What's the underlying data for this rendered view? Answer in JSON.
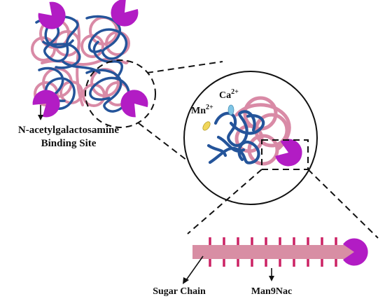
{
  "labels": {
    "binding_site_line1": "N-acetylgalactosamine",
    "binding_site_line2": "Binding Site",
    "ion_ca": "Ca",
    "ion_ca_charge": "2+",
    "ion_mn": "Mn",
    "ion_mn_charge": "2+",
    "sugar_chain": "Sugar Chain",
    "man9nac": "Man9Nac"
  },
  "colors": {
    "binder_magenta": "#b21cc4",
    "protein_blue": "#24549a",
    "protein_pink": "#d98aa6",
    "sugar_chain": "#d88ea4",
    "sugar_ticks": "#cc2264",
    "ca_ion": "#7fc5e6",
    "mn_ion": "#f0d65a"
  },
  "icons": [
    "binder-pacman-icon",
    "protein-coil-icon",
    "ion-icon"
  ]
}
